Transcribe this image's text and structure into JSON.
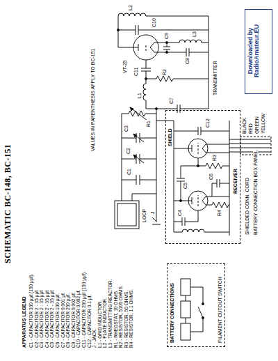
{
  "diagram": {
    "title": "SCHEMATIC BC-148, BC-151",
    "nodes": [
      {
        "text": [
          "SHIELD",
          "RECEIVER"
        ]
      },
      {
        "text": [
          "BATTERY CONNECTIONS",
          "FILAMENT CUTOUT SWITCH"
        ]
      },
      {
        "text": [
          "Downloaded by RadioAmateur.EU"
        ]
      }
    ],
    "labels": [
      "VALUES IN PARENTHESIS APPLY TO BC-151",
      "APPARATUS LEGEND",
      "C1 - CAPACITOR 300 μμf (150 μμf).",
      "C2 - CAPACITOR 2 - 35 μμf.",
      "C3 - CAPACITOR 2 - 35 μμf.",
      "C4 - CAPACITOR 2 - 35 μμf.",
      "C5 - CAPACITOR 2 - 35 μμf.",
      "C6 - CAPACITOR 100 μμf.",
      "C7 - CAPACITOR 0.001 μf.",
      "C8 - CAPACITOR 250 μμf.",
      "C9 - CAPACITOR 0.002 μf.",
      "C10 - CAPACITOR 0.002 μf.",
      "C11 - CAPACITOR 200 μμf (150 μμf).",
      "C12 - CAPACITOR 0.1 μf.",
      "J - JACK.",
      "L1 - GRID INDUCTOR.",
      "L2 - PLATE INDUCTOR.",
      "L3 - TRANSMITTING REACTOR.",
      "R1 - RHEOSTAT, 10 OHMS.",
      "R2 - RESISTOR, 5100 OHMS.",
      "R3 - RESISTOR, 50 OHMS.",
      "R4 - RESISTOR, 1.1 OHMS.",
      "TRANSMITTER",
      "VT-25",
      "L1",
      "L2",
      "L3",
      "C7",
      "C8",
      "C9",
      "C10",
      "C11",
      "R2",
      "LOOP",
      "C1",
      "C2",
      "C3",
      "R1",
      "J",
      "C4",
      "C5",
      "C6",
      "C12",
      "R3",
      "R4",
      "SHIELDED CONN. CORD",
      "BATTERY CONNECTION BOX PANEL",
      "BLACK",
      "RED",
      "GREEN",
      "YELLOW"
    ]
  }
}
